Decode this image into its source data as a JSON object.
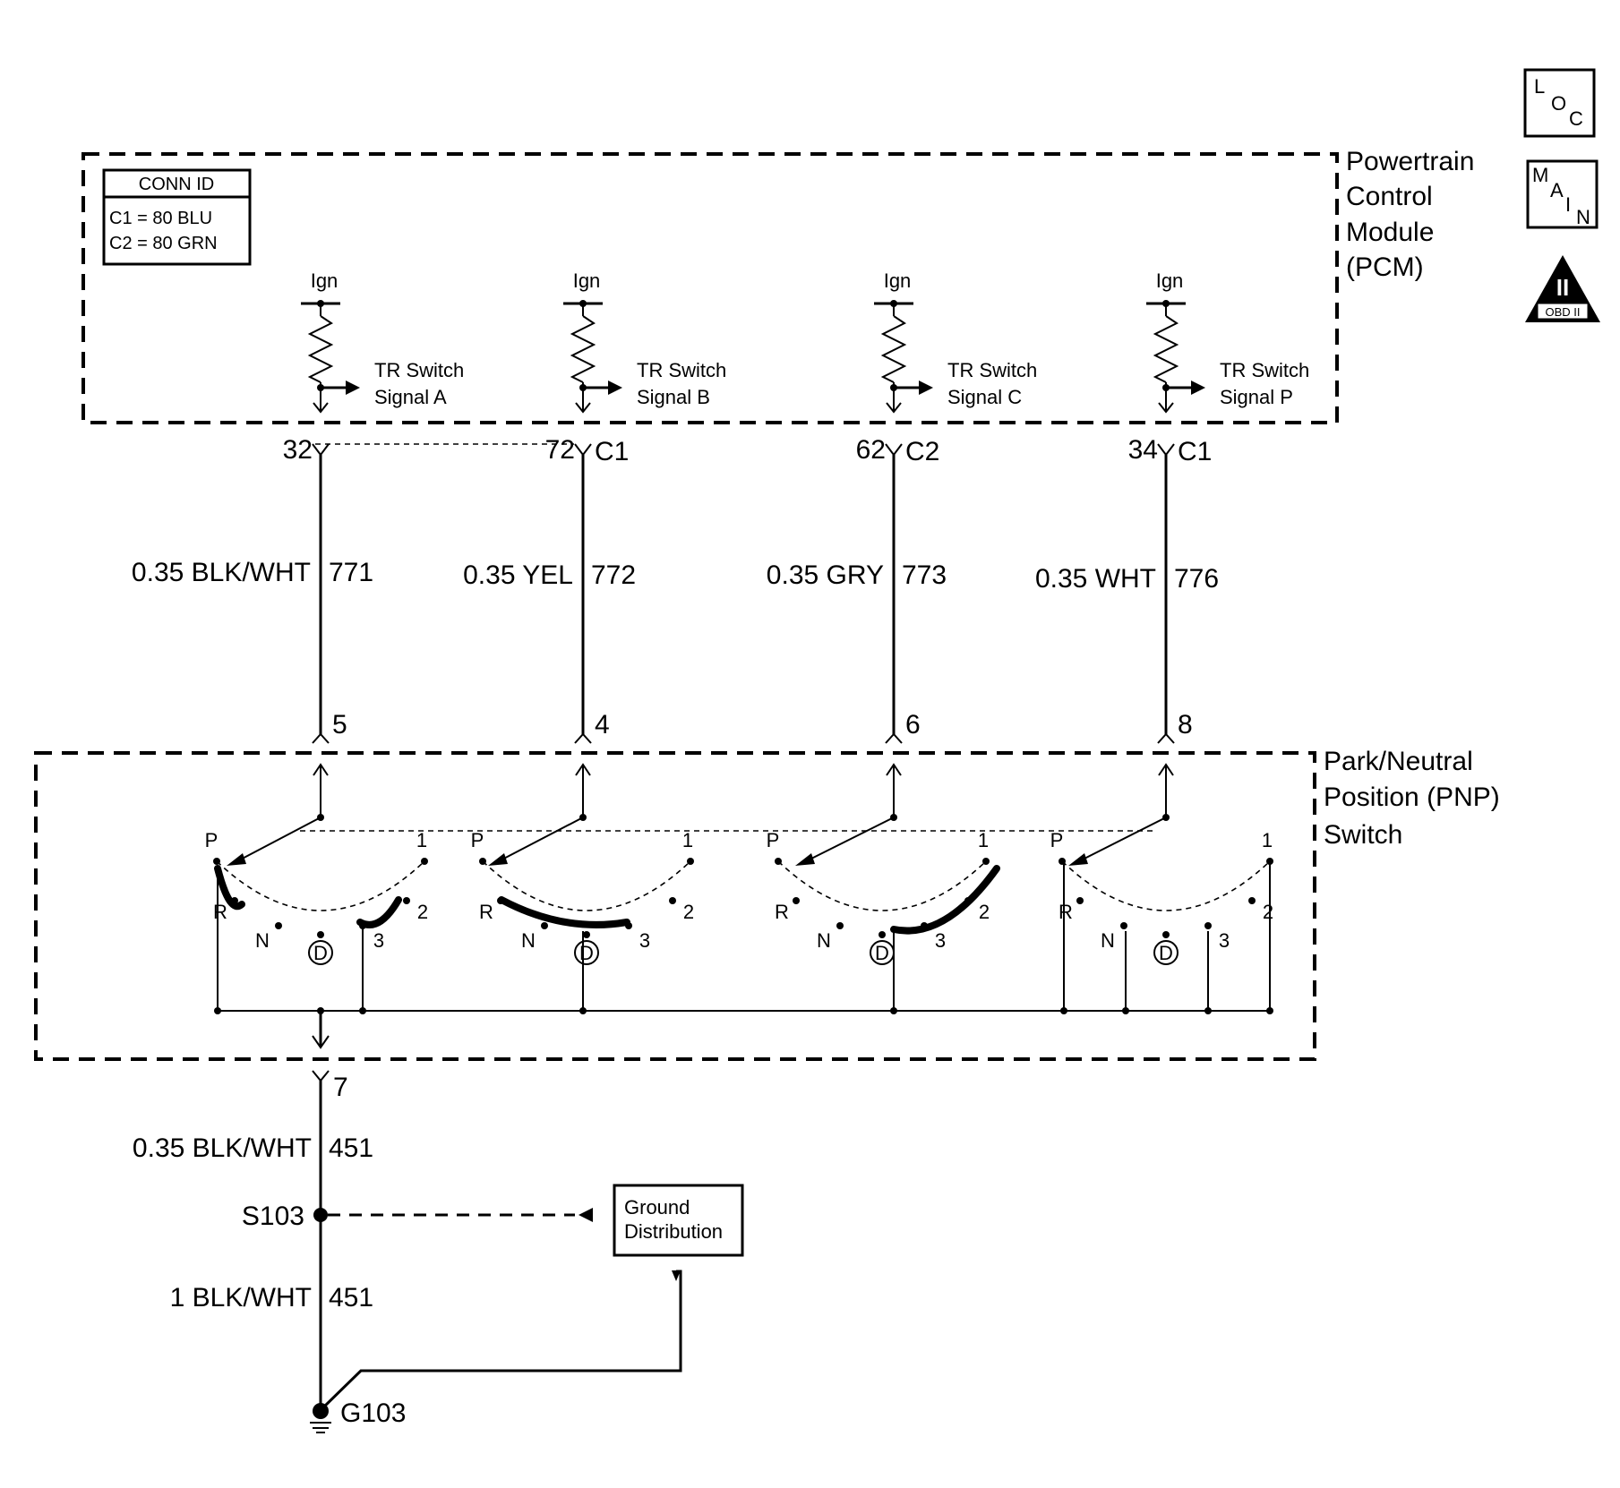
{
  "icons": {
    "loc": {
      "l": "L",
      "o": "O",
      "c": "C"
    },
    "main": {
      "m": "M",
      "a": "A",
      "i": "I",
      "n": "N"
    },
    "obd": {
      "roman": "II",
      "label": "OBD II"
    }
  },
  "pcm": {
    "name_lines": [
      "Powertrain",
      "Control",
      "Module",
      "(PCM)"
    ],
    "conn_id": {
      "header": "CONN ID",
      "rows": [
        "C1 = 80 BLU",
        "C2 = 80 GRN"
      ]
    },
    "ign_label": "Ign",
    "signals": [
      {
        "line1": "TR Switch",
        "line2": "Signal A"
      },
      {
        "line1": "TR Switch",
        "line2": "Signal B"
      },
      {
        "line1": "TR Switch",
        "line2": "Signal C"
      },
      {
        "line1": "TR Switch",
        "line2": "Signal P"
      }
    ]
  },
  "circuits": [
    {
      "pcm_pin": "32",
      "conn": "",
      "wire": "0.35 BLK/WHT",
      "circuit": "771",
      "pnp_pin": "5"
    },
    {
      "pcm_pin": "72",
      "conn": "C1",
      "wire": "0.35 YEL",
      "circuit": "772",
      "pnp_pin": "4"
    },
    {
      "pcm_pin": "62",
      "conn": "C2",
      "wire": "0.35 GRY",
      "circuit": "773",
      "pnp_pin": "6"
    },
    {
      "pcm_pin": "34",
      "conn": "C1",
      "wire": "0.35 WHT",
      "circuit": "776",
      "pnp_pin": "8"
    }
  ],
  "pnp": {
    "name_lines": [
      "Park/Neutral",
      "Position (PNP)",
      "Switch"
    ],
    "positions": [
      "P",
      "R",
      "N",
      "D",
      "3",
      "2",
      "1"
    ]
  },
  "ground": {
    "pnp_pin": "7",
    "wire1": "0.35 BLK/WHT",
    "circuit1": "451",
    "splice": "S103",
    "wire2": "1 BLK/WHT",
    "circuit2": "451",
    "ground_point": "G103",
    "distribution_lines": [
      "Ground",
      "Distribution"
    ]
  }
}
